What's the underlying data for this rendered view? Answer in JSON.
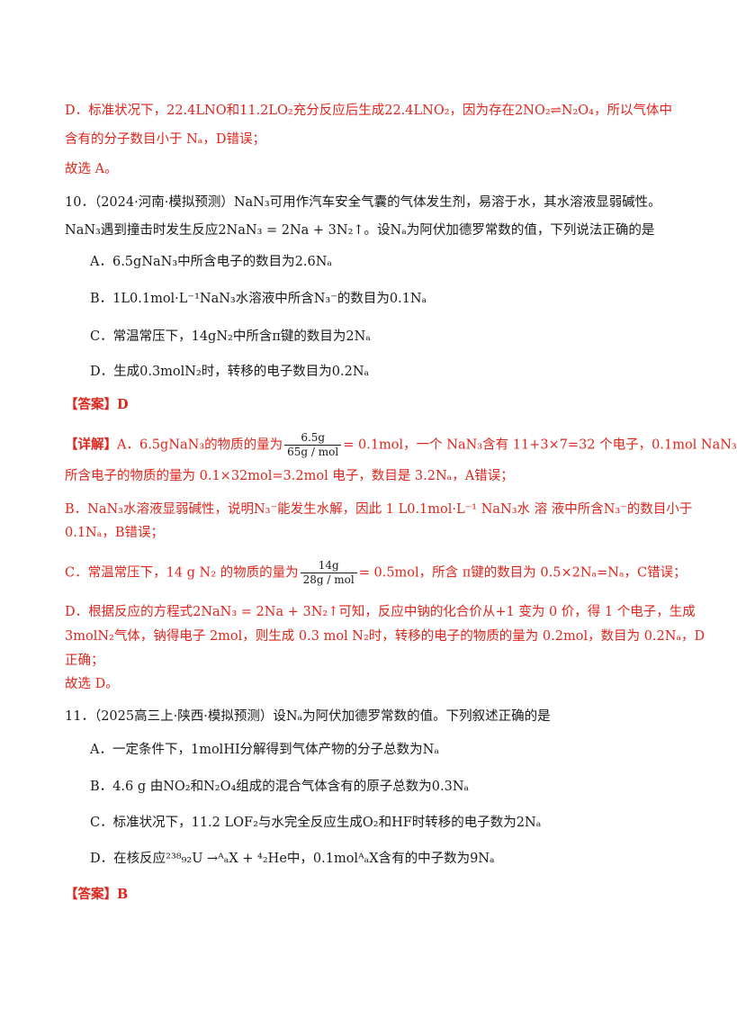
{
  "q9": {
    "optD": "D．标准状况下，22.4LNO和11.2LO₂充分反应后生成22.4LNO₂，因为存在2NO₂⇌N₂O₄，所以气体中",
    "optD_cont": "含有的分子数目小于 Nₐ，D错误；",
    "conclusion": "故选 A。"
  },
  "q10": {
    "stem1": "10．（2024·河南·模拟预测）NaN₃可用作汽车安全气囊的气体发生剂，易溶于水，其水溶液显弱碱性。",
    "stem2": "NaN₃遇到撞击时发生反应2NaN₃ = 2Na + 3N₂↑。设Nₐ为阿伏加德罗常数的值，下列说法正确的是",
    "A": "A．6.5gNaN₃中所含电子的数目为2.6Nₐ",
    "B": "B．1L0.1mol·L⁻¹NaN₃水溶液中所含N₃⁻的数目为0.1Nₐ",
    "C": "C．常温常压下，14gN₂中所含π键的数目为2Nₐ",
    "D": "D．生成0.3molN₂时，转移的电子数目为0.2Nₐ",
    "answer": "【答案】D",
    "detail_label": "【详解】",
    "detA_pre": "A．6.5gNaN₃的物质的量为",
    "detA_num": "6.5g",
    "detA_den": "65g / mol",
    "detA_post": "= 0.1mol，一个 NaN₃含有 11+3×7=32 个电子，0.1mol NaN₃",
    "detA2": "所含电子的物质的量为 0.1×32mol=3.2mol 电子，数目是 3.2Nₐ，A错误；",
    "detB1": "B．NaN₃水溶液显弱碱性，说明N₃⁻能发生水解，因此 1 L0.1mol·L⁻¹ NaN₃水 溶 液中所含N₃⁻的数目小于",
    "detB2": "0.1Nₐ，B错误；",
    "detC_pre": "C．常温常压下，14 g N₂ 的物质的量为",
    "detC_num": "14g",
    "detC_den": "28g / mol",
    "detC_post": "= 0.5mol，所含 π键的数目为 0.5×2Nₐ=Nₐ，C错误；",
    "detD1": "D．根据反应的方程式2NaN₃ = 2Na + 3N₂↑可知，反应中钠的化合价从+1 变为 0 价，得 1 个电子，生成",
    "detD2": "3molN₂气体，钠得电子 2mol，则生成 0.3 mol N₂时，转移的电子的物质的量为 0.2mol，数目为 0.2Nₐ，D",
    "detD3": "正确；",
    "conclusion": "故选 D。"
  },
  "q11": {
    "stem": "11．（2025高三上·陕西·模拟预测）设Nₐ为阿伏加德罗常数的值。下列叙述正确的是",
    "A": "A．一定条件下，1molHI分解得到气体产物的分子总数为Nₐ",
    "B": "B．4.6 g 由NO₂和N₂O₄组成的混合气体含有的原子总数为0.3Nₐ",
    "C": "C．标准状况下，11.2 LOF₂与水完全反应生成O₂和HF时转移的电子数为2Nₐ",
    "D": "D．在核反应²³⁸₉₂U →ᴬₐX + ⁴₂He中，0.1molᴬₐX含有的中子数为9Nₐ",
    "answer": "【答案】B"
  },
  "colors": {
    "text": "#1a1a1a",
    "answer_red": "#e0241b"
  }
}
